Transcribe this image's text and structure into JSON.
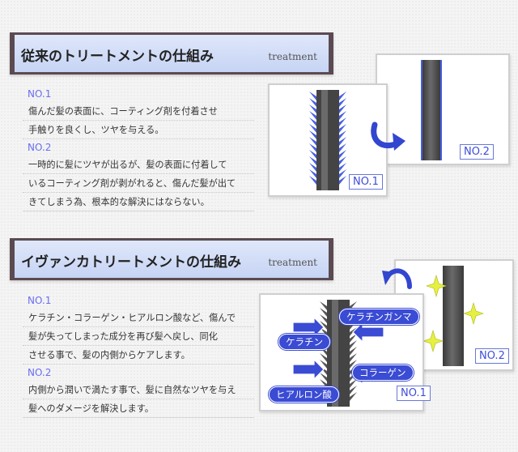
{
  "sections": [
    {
      "title": "従来のトリートメントの仕組み",
      "subtitle": "treatment",
      "items": [
        {
          "label": "NO.1",
          "lines": [
            "傷んだ髪の表面に、コーティング剤を付着させ",
            "手触りを良くし、ツヤを与える。"
          ]
        },
        {
          "label": "NO.2",
          "lines": [
            "一時的に髪にツヤが出るが、髪の表面に付着して",
            "いるコーティング剤が剥がれると、傷んだ髪が出て",
            "きてしまう為、根本的な解決にはならない。"
          ]
        }
      ],
      "diagram": {
        "card1_label": "NO.1",
        "card2_label": "NO.2"
      }
    },
    {
      "title": "イヴァンカトリートメントの仕組み",
      "subtitle": "treatment",
      "items": [
        {
          "label": "NO.1",
          "lines": [
            "ケラチン・コラーゲン・ヒアルロン酸など、傷んで",
            "髪が失ってしまった成分を再び髪へ戻し、同化",
            "させる事で、髪の内側からケアします。"
          ]
        },
        {
          "label": "NO.2",
          "lines": [
            "内側から潤いで満たす事で、髪に自然なツヤを与え",
            "髪へのダメージを解決します。"
          ]
        }
      ],
      "diagram": {
        "card1_label": "NO.1",
        "card2_label": "NO.2",
        "pills": [
          "ケラチンガンマ",
          "ケラチン",
          "コラーゲン",
          "ヒアルロン酸"
        ]
      }
    }
  ],
  "colors": {
    "accent_blue": "#3a4bd4",
    "label_blue": "#6a6ef0",
    "frame": "#5b4a52",
    "spark": "#e6f040"
  }
}
